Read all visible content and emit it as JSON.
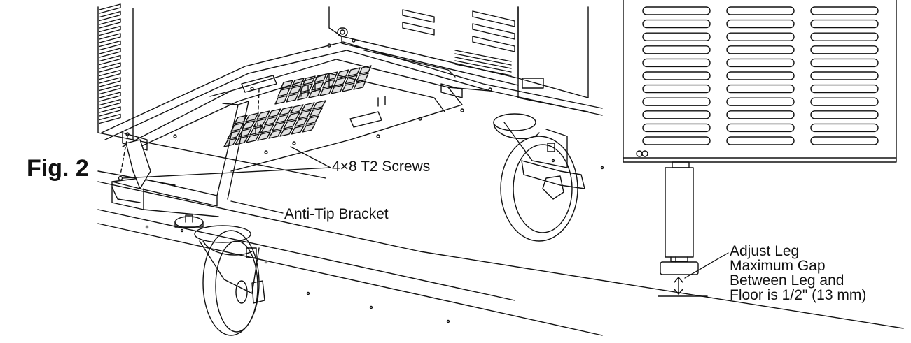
{
  "figure": {
    "label": "Fig. 2"
  },
  "callouts": {
    "screws": "4×8 T2 Screws",
    "bracket": "Anti-Tip Bracket",
    "leg": [
      "Adjust Leg",
      "Maximum Gap",
      "Between Leg and",
      "Floor is 1/2\" (13 mm)"
    ]
  },
  "colors": {
    "line": "#111111",
    "background": "#ffffff"
  }
}
